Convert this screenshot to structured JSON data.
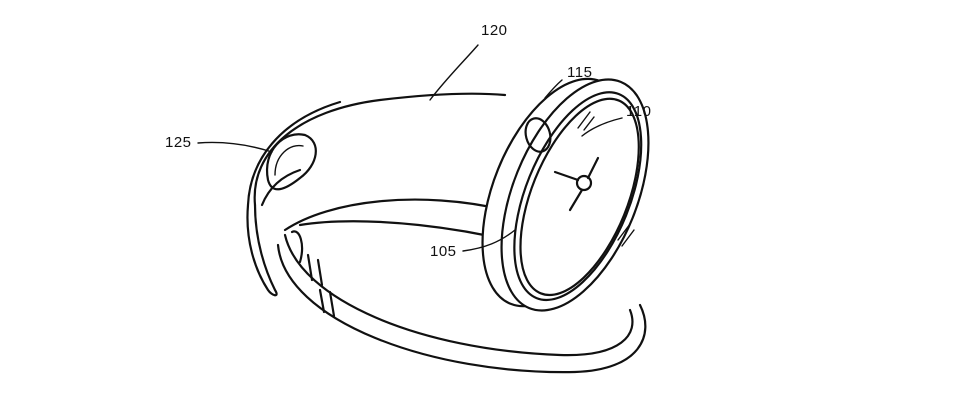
{
  "figure": {
    "reference_labels": {
      "band": "120",
      "bezel": "115",
      "display": "110",
      "button": "125",
      "body": "105"
    }
  }
}
